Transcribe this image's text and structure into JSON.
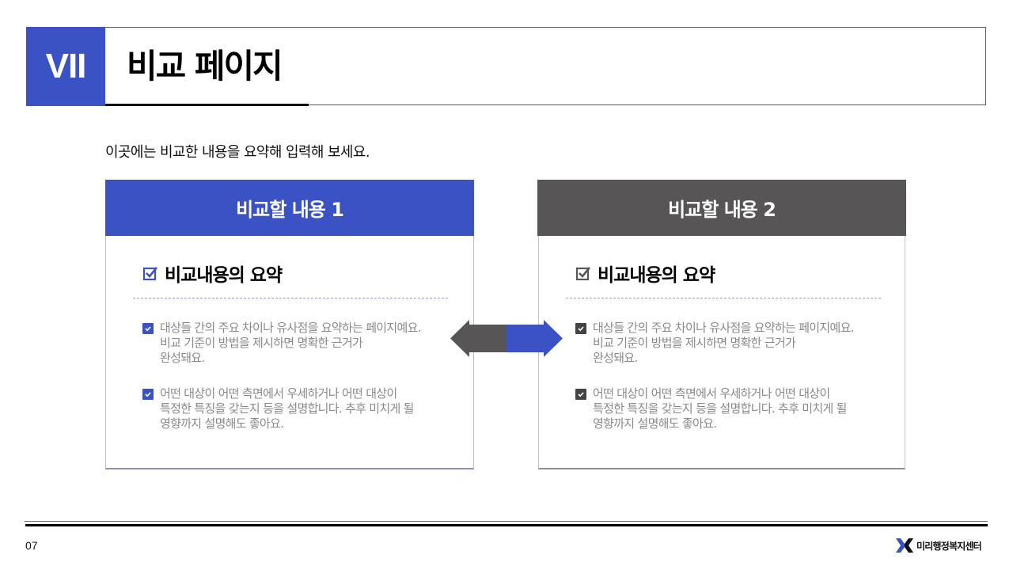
{
  "header": {
    "chapter": "VII",
    "title": "비교 페이지"
  },
  "intro": "이곳에는 비교한 내용을 요약해 입력해 보세요.",
  "cards": [
    {
      "title": "비교할 내용 1",
      "color": "#3b52c4",
      "summary_heading": "비교내용의 요약",
      "bullets": [
        "대상들 간의 주요 차이나 유사점을 요약하는 페이지예요.\n비교 기준이 방법을 제시하면 명확한 근거가\n완성돼요.",
        "어떤 대상이 어떤 측면에서 우세하거나 어떤 대상이\n특정한 특징을 갖는지 등을 설명합니다. 추후 미치게 될\n영향까지 설명해도 좋아요."
      ]
    },
    {
      "title": "비교할 내용 2",
      "color": "#575556",
      "summary_heading": "비교내용의 요약",
      "bullets": [
        "대상들 간의 주요 차이나 유사점을 요약하는 페이지예요.\n비교 기준이 방법을 제시하면 명확한 근거가\n완성돼요.",
        "어떤 대상이 어떤 측면에서 우세하거나 어떤 대상이\n특정한 특징을 갖는지 등을 설명합니다. 추후 미치게 될\n영향까지 설명해도 좋아요."
      ]
    }
  ],
  "arrow": {
    "icon": "double-arrow-icon",
    "left_color": "#575556",
    "right_color": "#3b52c4"
  },
  "footer": {
    "page_number": "07",
    "brand_name": "미리행정복지센터",
    "brand_icon": "x-logo-icon"
  }
}
